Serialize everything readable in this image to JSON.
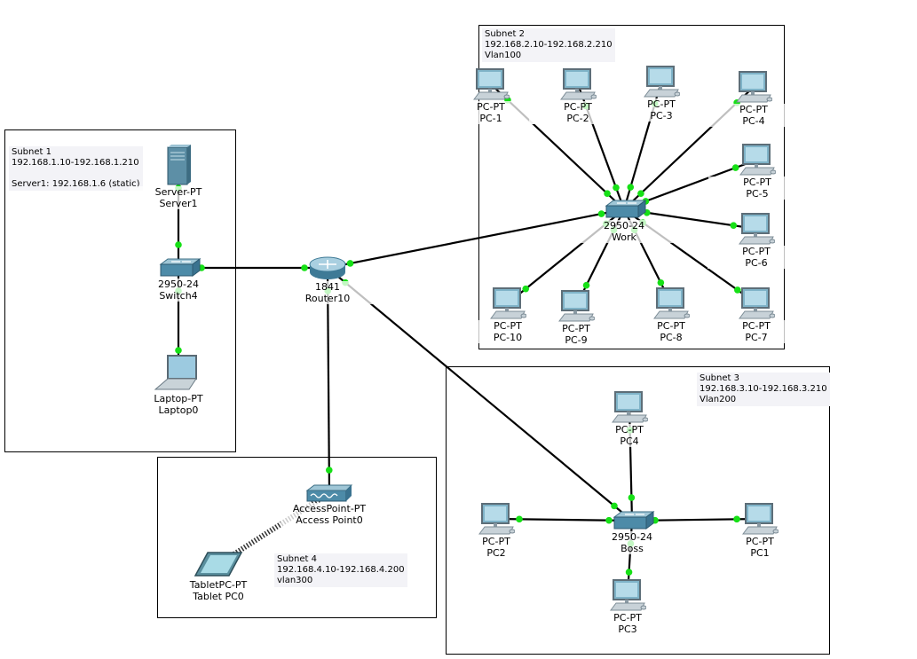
{
  "colors": {
    "link": "#000000",
    "port_up": "#16e016",
    "port_dark": "#146414",
    "border": "#000000",
    "note_bg": "#f3f3f7"
  },
  "notes": {
    "subnet1": "Subnet 1\n192.168.1.10-192.168.1.210\n\nServer1: 192.168.1.6 (static)",
    "subnet2": "Subnet 2\n192.168.2.10-192.168.2.210\nVlan100",
    "subnet3": "Subnet 3\n192.168.3.10-192.168.3.210\nVlan200",
    "subnet4": "Subnet 4\n192.168.4.10-192.168.4.200\nvlan300"
  },
  "devices": {
    "server1": {
      "model": "Server-PT",
      "name": "Server1",
      "icon": "server-icon"
    },
    "switch4": {
      "model": "2950-24",
      "name": "Switch4",
      "icon": "switch-icon"
    },
    "laptop0": {
      "model": "Laptop-PT",
      "name": "Laptop0",
      "icon": "laptop-icon"
    },
    "router10": {
      "model": "1841",
      "name": "Router10",
      "icon": "router-icon"
    },
    "ap0": {
      "model": "AccessPoint-PT",
      "name": "Access Point0",
      "icon": "access-point-icon"
    },
    "tablet0": {
      "model": "TabletPC-PT",
      "name": "Tablet PC0",
      "icon": "tablet-icon"
    },
    "work": {
      "model": "2950-24",
      "name": "Work",
      "icon": "switch-icon"
    },
    "boss": {
      "model": "2950-24",
      "name": "Boss",
      "icon": "switch-icon"
    },
    "pc1_s2": {
      "model": "PC-PT",
      "name": "PC-1",
      "icon": "pc-icon"
    },
    "pc2_s2": {
      "model": "PC-PT",
      "name": "PC-2",
      "icon": "pc-icon"
    },
    "pc3_s2": {
      "model": "PC-PT",
      "name": "PC-3",
      "icon": "pc-icon"
    },
    "pc4_s2": {
      "model": "PC-PT",
      "name": "PC-4",
      "icon": "pc-icon"
    },
    "pc5_s2": {
      "model": "PC-PT",
      "name": "PC-5",
      "icon": "pc-icon"
    },
    "pc6_s2": {
      "model": "PC-PT",
      "name": "PC-6",
      "icon": "pc-icon"
    },
    "pc7_s2": {
      "model": "PC-PT",
      "name": "PC-7",
      "icon": "pc-icon"
    },
    "pc8_s2": {
      "model": "PC-PT",
      "name": "PC-8",
      "icon": "pc-icon"
    },
    "pc9_s2": {
      "model": "PC-PT",
      "name": "PC-9",
      "icon": "pc-icon"
    },
    "pc10_s2": {
      "model": "PC-PT",
      "name": "PC-10",
      "icon": "pc-icon"
    },
    "pc4_s3": {
      "model": "PC-PT",
      "name": "PC4",
      "icon": "pc-icon"
    },
    "pc2_s3": {
      "model": "PC-PT",
      "name": "PC2",
      "icon": "pc-icon"
    },
    "pc1_s3": {
      "model": "PC-PT",
      "name": "PC1",
      "icon": "pc-icon"
    },
    "pc3_s3": {
      "model": "PC-PT",
      "name": "PC3",
      "icon": "pc-icon"
    }
  },
  "links": [
    {
      "from": "server1",
      "to": "switch4",
      "type": "copper"
    },
    {
      "from": "switch4",
      "to": "laptop0",
      "type": "copper"
    },
    {
      "from": "switch4",
      "to": "router10",
      "type": "copper"
    },
    {
      "from": "router10",
      "to": "work",
      "type": "copper"
    },
    {
      "from": "router10",
      "to": "boss",
      "type": "copper"
    },
    {
      "from": "router10",
      "to": "ap0",
      "type": "copper"
    },
    {
      "from": "ap0",
      "to": "tablet0",
      "type": "wireless"
    },
    {
      "from": "work",
      "to": "pc1_s2",
      "type": "copper"
    },
    {
      "from": "work",
      "to": "pc2_s2",
      "type": "copper"
    },
    {
      "from": "work",
      "to": "pc3_s2",
      "type": "copper"
    },
    {
      "from": "work",
      "to": "pc4_s2",
      "type": "copper"
    },
    {
      "from": "work",
      "to": "pc5_s2",
      "type": "copper"
    },
    {
      "from": "work",
      "to": "pc6_s2",
      "type": "copper"
    },
    {
      "from": "work",
      "to": "pc7_s2",
      "type": "copper"
    },
    {
      "from": "work",
      "to": "pc8_s2",
      "type": "copper"
    },
    {
      "from": "work",
      "to": "pc9_s2",
      "type": "copper"
    },
    {
      "from": "work",
      "to": "pc10_s2",
      "type": "copper"
    },
    {
      "from": "boss",
      "to": "pc4_s3",
      "type": "copper"
    },
    {
      "from": "boss",
      "to": "pc2_s3",
      "type": "copper"
    },
    {
      "from": "boss",
      "to": "pc1_s3",
      "type": "copper"
    },
    {
      "from": "boss",
      "to": "pc3_s3",
      "type": "copper"
    }
  ]
}
